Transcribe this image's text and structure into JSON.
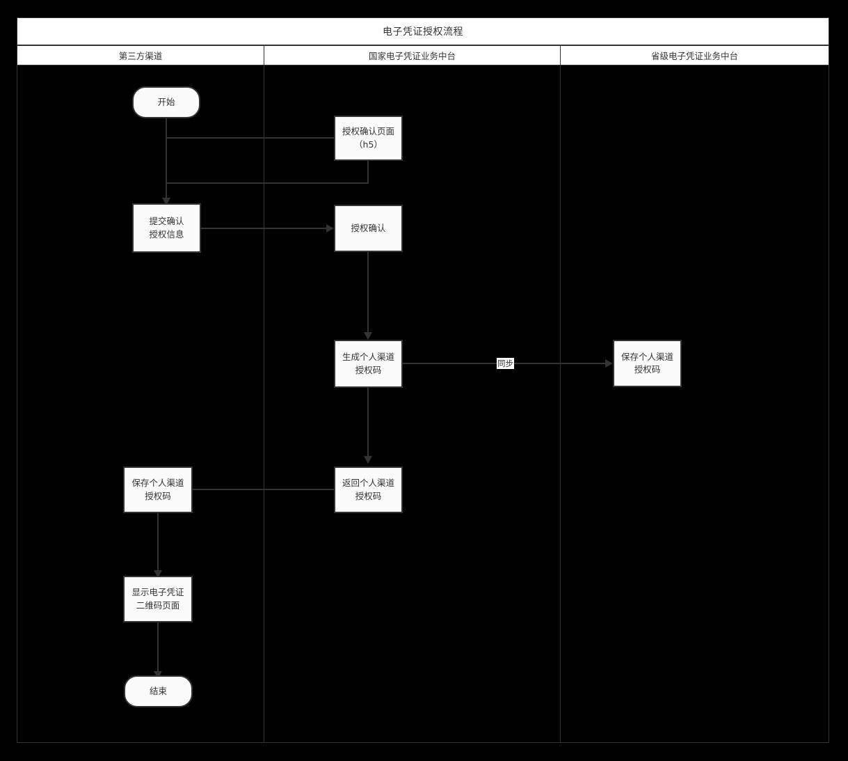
{
  "diagram": {
    "title": "电子凭证授权流程",
    "type": "swimlane-flowchart",
    "lanes": [
      {
        "id": "lane-third-party",
        "label": "第三方渠道"
      },
      {
        "id": "lane-national",
        "label": "国家电子凭证业务中台"
      },
      {
        "id": "lane-provincial",
        "label": "省级电子凭证业务中台"
      }
    ],
    "nodes": [
      {
        "id": "start",
        "lane": 0,
        "shape": "terminator",
        "label": "开始"
      },
      {
        "id": "auth-page-h5",
        "lane": 1,
        "shape": "process",
        "label": "授权确认页面\n（h5）"
      },
      {
        "id": "submit-info",
        "lane": 0,
        "shape": "process",
        "label": "提交确认\n授权信息"
      },
      {
        "id": "auth-confirm",
        "lane": 1,
        "shape": "process",
        "label": "授权确认"
      },
      {
        "id": "gen-code",
        "lane": 1,
        "shape": "process",
        "label": "生成个人渠道\n授权码"
      },
      {
        "id": "save-code-prov",
        "lane": 2,
        "shape": "process",
        "label": "保存个人渠道\n授权码"
      },
      {
        "id": "return-code",
        "lane": 1,
        "shape": "process",
        "label": "返回个人渠道\n授权码"
      },
      {
        "id": "save-code-3rd",
        "lane": 0,
        "shape": "process",
        "label": "保存个人渠道\n授权码"
      },
      {
        "id": "show-qr",
        "lane": 0,
        "shape": "process",
        "label": "显示电子凭证\n二维码页面"
      },
      {
        "id": "end",
        "lane": 0,
        "shape": "terminator",
        "label": "结束"
      }
    ],
    "edges": [
      {
        "from": "start",
        "to": "auth-page-h5",
        "label": ""
      },
      {
        "from": "auth-page-h5",
        "to": "submit-info",
        "label": ""
      },
      {
        "from": "submit-info",
        "to": "auth-confirm",
        "label": ""
      },
      {
        "from": "auth-confirm",
        "to": "gen-code",
        "label": ""
      },
      {
        "from": "gen-code",
        "to": "save-code-prov",
        "label": "同步"
      },
      {
        "from": "gen-code",
        "to": "return-code",
        "label": ""
      },
      {
        "from": "return-code",
        "to": "save-code-3rd",
        "label": ""
      },
      {
        "from": "save-code-3rd",
        "to": "show-qr",
        "label": ""
      },
      {
        "from": "show-qr",
        "to": "end",
        "label": ""
      }
    ],
    "edge_labels": {
      "sync": "同步"
    },
    "colors": {
      "background": "#000000",
      "stroke": "#333333",
      "node_fill": "#fbfbfb",
      "lane_header_fill": "#ffffff",
      "text": "#333333"
    }
  }
}
